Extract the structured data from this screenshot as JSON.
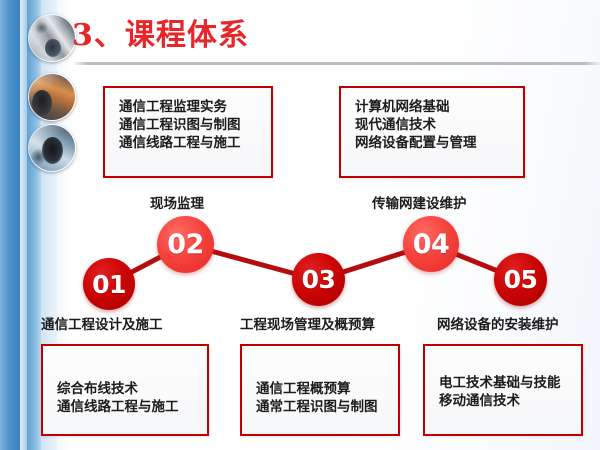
{
  "slide": {
    "title": "3、课程体系",
    "title_color": "#e8262a",
    "accent_dark_red": "#cc0000",
    "accent_light_red": "#f5413c",
    "box_border_color": "#c00000"
  },
  "sidebar": {
    "bubbles": [
      {
        "name": "photo-bubble-cable"
      },
      {
        "name": "photo-bubble-person"
      },
      {
        "name": "photo-bubble-globe"
      }
    ]
  },
  "top_boxes": [
    {
      "lines": [
        "通信工程监理实务",
        "通信工程识图与制图",
        "通信线路工程与施工"
      ]
    },
    {
      "lines": [
        "计算机网络基础",
        "现代通信技术",
        "网络设备配置与管理"
      ]
    }
  ],
  "bottom_boxes": [
    {
      "lines": [
        "综合布线技术",
        "通信线路工程与施工"
      ]
    },
    {
      "lines": [
        "通信工程概预算",
        "通常工程识图与制图"
      ]
    },
    {
      "lines": [
        "电工技术基础与技能",
        "移动通信技术"
      ]
    }
  ],
  "nodes": [
    {
      "number": "01",
      "caption": "通信工程设计及施工",
      "caption_position": "below",
      "style": "dark"
    },
    {
      "number": "02",
      "caption": "现场监理",
      "caption_position": "above",
      "style": "light"
    },
    {
      "number": "03",
      "caption": "工程现场管理及概预算",
      "caption_position": "below",
      "style": "dark"
    },
    {
      "number": "04",
      "caption": "传输网建设维护",
      "caption_position": "above",
      "style": "light"
    },
    {
      "number": "05",
      "caption": "网络设备的安装维护",
      "caption_position": "below",
      "style": "dark"
    }
  ]
}
